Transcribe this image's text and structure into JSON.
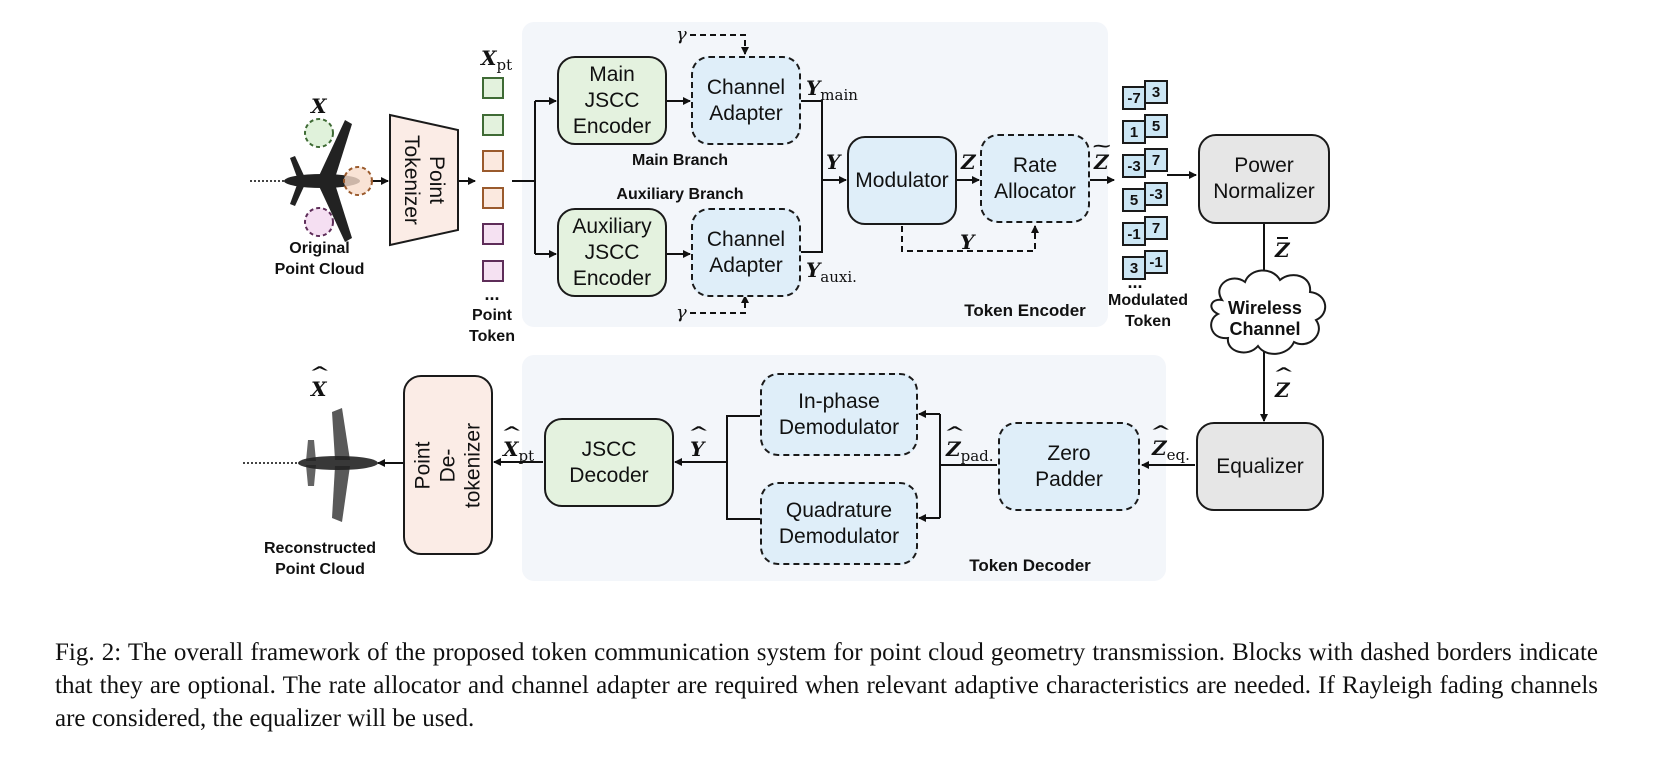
{
  "encoder": {
    "title": "Token Encoder",
    "main_branch_label": "Main Branch",
    "auxiliary_branch_label": "Auxiliary Branch",
    "main_jscc_encoder": "Main\nJSCC\nEncoder",
    "auxiliary_jscc_encoder": "Auxiliary\nJSCC\nEncoder",
    "channel_adapter_main": "Channel\nAdapter",
    "channel_adapter_aux": "Channel\nAdapter",
    "modulator": "Modulator",
    "rate_allocator": "Rate\nAllocator",
    "gamma": "γ",
    "y_main": "Y",
    "y_main_sub": "main",
    "y_aux": "Y",
    "y_aux_sub": "auxi.",
    "y": "Y",
    "z": "Z",
    "y_feedback": "Y",
    "z_tilde": "Z"
  },
  "input": {
    "x_label": "X",
    "original_point_cloud": "Original\nPoint Cloud",
    "point_tokenizer": "Point\nTokenizer",
    "x_pt": "X",
    "x_pt_sub": "pt",
    "point_token_label": "Point\nToken",
    "ellipsis": "...",
    "token_colors": [
      "#3f6b35",
      "#3f6b35",
      "#9a5a2c",
      "#9a5a2c",
      "#5e2d59",
      "#5e2d59"
    ],
    "token_fills": [
      "#e3f2dd",
      "#e3f2dd",
      "#fbe9df",
      "#fbe9df",
      "#f5e1f2",
      "#f5e1f2"
    ]
  },
  "modulated_tokens": {
    "label": "Modulated\nToken",
    "ellipsis": "...",
    "pairs": [
      {
        "front": "-7",
        "back": "3"
      },
      {
        "front": "1",
        "back": "5"
      },
      {
        "front": "-3",
        "back": "7"
      },
      {
        "front": "5",
        "back": "-3"
      },
      {
        "front": "-1",
        "back": "7"
      },
      {
        "front": "3",
        "back": "-1"
      }
    ]
  },
  "channel": {
    "power_normalizer": "Power\nNormalizer",
    "z_bar": "Z",
    "wireless_channel": "Wireless\nChannel",
    "z_hat": "Z",
    "equalizer": "Equalizer"
  },
  "decoder": {
    "title": "Token Decoder",
    "z_eq": "Z",
    "z_eq_sub": "eq.",
    "zero_padder": "Zero\nPadder",
    "z_pad": "Z",
    "z_pad_sub": "pad.",
    "inphase_demodulator": "In-phase\nDemodulator",
    "quadrature_demodulator": "Quadrature\nDemodulator",
    "y_hat": "Y",
    "jscc_decoder": "JSCC\nDecoder",
    "x_hat_pt": "X",
    "x_hat_pt_sub": "pt",
    "point_detokenizer": "Point\nDe-tokenizer",
    "x_hat": "X",
    "reconstructed_point_cloud": "Reconstructed\nPoint Cloud"
  },
  "caption": "Fig. 2: The overall framework of the proposed token communication system for point cloud geometry transmission. Blocks with dashed borders indicate that they are optional. The rate allocator and channel adapter are required when relevant adaptive characteristics are needed. If Rayleigh fading channels are considered, the equalizer will be used."
}
